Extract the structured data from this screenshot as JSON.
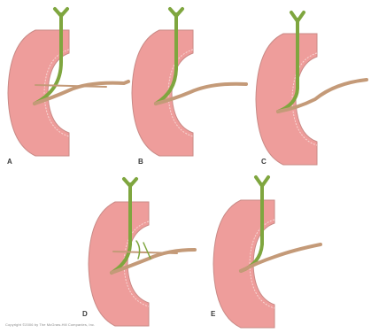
{
  "panels": [
    {
      "id": "a",
      "label": "A",
      "duct_junction": "high",
      "extra_branch": false
    },
    {
      "id": "b",
      "label": "B",
      "duct_junction": "mid",
      "extra_branch": false
    },
    {
      "id": "c",
      "label": "C",
      "duct_junction": "low",
      "extra_branch": false
    },
    {
      "id": "d",
      "label": "D",
      "duct_junction": "mid",
      "extra_branch": true
    },
    {
      "id": "e",
      "label": "E",
      "duct_junction": "none",
      "extra_branch": false
    }
  ],
  "copyright": "Copyright ©2006 by The McGraw-Hill Companies, Inc.",
  "colors": {
    "duodenum_fill": "#ee9d9b",
    "duodenum_outline": "#c98a86",
    "bile_duct": "#7fa63f",
    "pancreatic_duct": "#c49a78",
    "label": "#3a3a3a"
  }
}
